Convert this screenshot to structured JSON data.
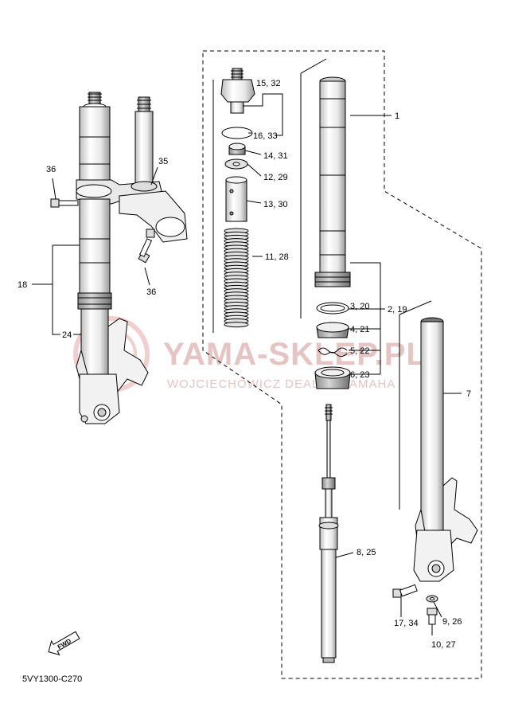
{
  "watermark": {
    "brand": "YAMA-SKLEP.PL",
    "subtitle": "WOJCIECHOWICZ DEALER YAMAHA",
    "logo_color": "#f2cfcf",
    "text_color": "#e6c4c4"
  },
  "diagram_code": "5VY1300-C270",
  "fwd_label": "FWD",
  "callouts": {
    "c1": "1",
    "c2_19": "2, 19",
    "c3_20": "3, 20",
    "c4_21": "4, 21",
    "c5_22": "5, 22",
    "c6_23": "6, 23",
    "c7": "7",
    "c8_25": "8, 25",
    "c9_26": "9, 26",
    "c10_27": "10, 27",
    "c11_28": "11, 28",
    "c12_29": "12, 29",
    "c13_30": "13, 30",
    "c14_31": "14, 31",
    "c15_32": "15, 32",
    "c16_33": "16, 33",
    "c17_34": "17, 34",
    "c18": "18",
    "c24": "24",
    "c35": "35",
    "c36a": "36",
    "c36b": "36"
  },
  "colors": {
    "line": "#000000",
    "part_fill": "#ffffff",
    "part_shade": "#d9d9d9"
  }
}
